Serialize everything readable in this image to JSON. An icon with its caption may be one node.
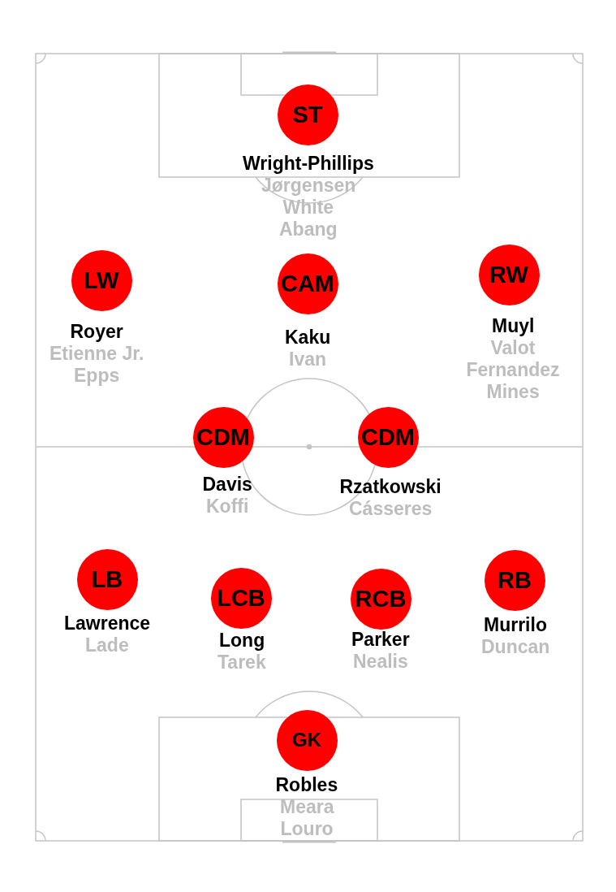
{
  "diagram": {
    "nodes": [
      {
        "text": [
          "ST"
        ],
        "beside": [
          "Wright-Phillips",
          "Jørgensen",
          "White",
          "Abang"
        ]
      },
      {
        "text": [
          "LW"
        ],
        "beside": [
          "Royer",
          "Etienne Jr.",
          "Epps"
        ]
      },
      {
        "text": [
          "CAM"
        ],
        "beside": [
          "Kaku",
          "Ivan"
        ]
      },
      {
        "text": [
          "RW"
        ],
        "beside": [
          "Muyl",
          "Valot",
          "Fernandez",
          "Mines"
        ]
      },
      {
        "text": [
          "CDM"
        ],
        "beside": [
          "Davis",
          "Koffi"
        ]
      },
      {
        "text": [
          "CDM"
        ],
        "beside": [
          "Rzatkowski",
          "Cásseres"
        ]
      },
      {
        "text": [
          "LB"
        ],
        "beside": [
          "Lawrence",
          "Lade"
        ]
      },
      {
        "text": [
          "LCB"
        ],
        "beside": [
          "Long",
          "Tarek"
        ]
      },
      {
        "text": [
          "RCB"
        ],
        "beside": [
          "Parker",
          "Nealis"
        ]
      },
      {
        "text": [
          "RB"
        ],
        "beside": [
          "Murrilo",
          "Duncan"
        ]
      },
      {
        "text": [
          "GK"
        ],
        "beside": [
          "Robles",
          "Meara",
          "Louro"
        ]
      }
    ]
  }
}
